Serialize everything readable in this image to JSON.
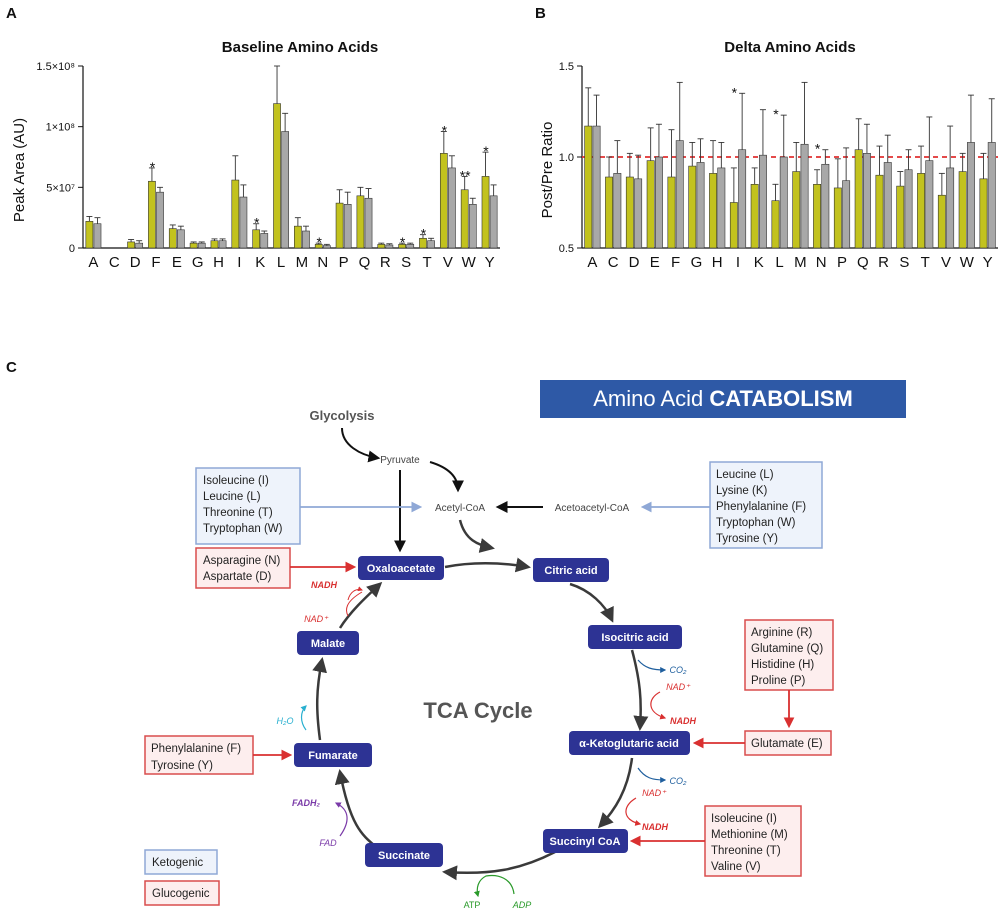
{
  "panels": {
    "a": "A",
    "b": "B",
    "c": "C"
  },
  "colors": {
    "pre": "#c2c21e",
    "post": "#a8a8a8",
    "node": "#2d3394",
    "ketogenic": "#8fa8d6",
    "glucogenic": "#d94d4d",
    "banner": "#2e59a6",
    "dashed": "#e03030"
  },
  "chart_data": [
    {
      "type": "bar",
      "title": "Baseline Amino Acids",
      "xlabel": "",
      "ylabel": "Peak Area (AU)",
      "ylim": [
        0,
        150000000
      ],
      "yticks": [
        {
          "value": 0,
          "label": "0"
        },
        {
          "value": 50000000,
          "label": "5×10⁷"
        },
        {
          "value": 100000000,
          "label": "1×10⁸"
        },
        {
          "value": 150000000,
          "label": "1.5×10⁸"
        }
      ],
      "categories": [
        "A",
        "C",
        "D",
        "F",
        "E",
        "G",
        "H",
        "I",
        "K",
        "L",
        "M",
        "N",
        "P",
        "Q",
        "R",
        "S",
        "T",
        "V",
        "W",
        "Y"
      ],
      "series": [
        {
          "values": [
            22000000,
            0,
            5000000,
            55000000,
            16000000,
            4000000,
            6000000,
            56000000,
            15000000,
            119000000,
            18000000,
            3000000,
            37000000,
            43000000,
            3000000,
            3000000,
            8000000,
            78000000,
            48000000,
            59000000
          ],
          "errors": [
            4000000,
            0,
            2000000,
            11000000,
            3000000,
            1000000,
            1500000,
            20000000,
            5000000,
            31000000,
            7000000,
            1000000,
            11000000,
            7000000,
            1000000,
            1000000,
            3000000,
            18000000,
            11000000,
            20000000
          ]
        },
        {
          "values": [
            20000000,
            0,
            4000000,
            46000000,
            15000000,
            4000000,
            6000000,
            42000000,
            12000000,
            96000000,
            14000000,
            2000000,
            36000000,
            41000000,
            2500000,
            3000000,
            6000000,
            66000000,
            36000000,
            43000000
          ],
          "errors": [
            5000000,
            0,
            2000000,
            4000000,
            3000000,
            1000000,
            1500000,
            10000000,
            2000000,
            15000000,
            4000000,
            1000000,
            10000000,
            8000000,
            1000000,
            1000000,
            2000000,
            10000000,
            5000000,
            9000000
          ]
        }
      ],
      "annotations": [
        {
          "category": "F",
          "text": "*"
        },
        {
          "category": "K",
          "text": "*"
        },
        {
          "category": "N",
          "text": "*"
        },
        {
          "category": "S",
          "text": "*"
        },
        {
          "category": "T",
          "text": "*"
        },
        {
          "category": "V",
          "text": "*"
        },
        {
          "category": "W",
          "text": "**"
        },
        {
          "category": "Y",
          "text": "*"
        }
      ]
    },
    {
      "type": "bar",
      "title": "Delta Amino Acids",
      "xlabel": "",
      "ylabel": "Post/Pre Ratio",
      "ylim": [
        0.5,
        1.5
      ],
      "yticks": [
        {
          "value": 0.5,
          "label": "0.5"
        },
        {
          "value": 1.0,
          "label": "1.0"
        },
        {
          "value": 1.5,
          "label": "1.5"
        }
      ],
      "reference_line": 1.0,
      "categories": [
        "A",
        "C",
        "D",
        "E",
        "F",
        "G",
        "H",
        "I",
        "K",
        "L",
        "M",
        "N",
        "P",
        "Q",
        "R",
        "S",
        "T",
        "V",
        "W",
        "Y"
      ],
      "series": [
        {
          "values": [
            1.17,
            0.89,
            0.89,
            0.98,
            0.89,
            0.95,
            0.91,
            0.75,
            0.85,
            0.76,
            0.92,
            0.85,
            0.83,
            1.04,
            0.9,
            0.84,
            0.91,
            0.79,
            0.92,
            0.88
          ],
          "errors": [
            0.21,
            0.11,
            0.13,
            0.18,
            0.26,
            0.13,
            0.18,
            0.19,
            0.09,
            0.09,
            0.16,
            0.08,
            0.16,
            0.17,
            0.16,
            0.08,
            0.15,
            0.12,
            0.1,
            0.14
          ]
        },
        {
          "values": [
            1.17,
            0.91,
            0.88,
            1.0,
            1.09,
            0.97,
            0.94,
            1.04,
            1.01,
            1.0,
            1.07,
            0.96,
            0.87,
            1.02,
            0.97,
            0.93,
            0.98,
            0.94,
            1.08,
            1.08
          ],
          "errors": [
            0.17,
            0.18,
            0.13,
            0.18,
            0.32,
            0.13,
            0.14,
            0.31,
            0.25,
            0.23,
            0.34,
            0.08,
            0.18,
            0.16,
            0.15,
            0.11,
            0.24,
            0.23,
            0.26,
            0.24
          ]
        }
      ],
      "annotations": [
        {
          "category": "I",
          "text": "*"
        },
        {
          "category": "L",
          "text": "*"
        },
        {
          "category": "N",
          "text": "*"
        }
      ]
    }
  ],
  "diagram": {
    "banner": {
      "normal": "Amino Acid ",
      "bold": "CATABOLISM"
    },
    "center": "TCA Cycle",
    "glycolysis": "Glycolysis",
    "pyruvate": "Pyruvate",
    "acetyl_coa": "Acetyl-CoA",
    "acetoacetyl_coa": "Acetoacetyl-CoA",
    "nodes": {
      "oxaloacetate": "Oxaloacetate",
      "citric": "Citric acid",
      "isocitric": "Isocitric acid",
      "akg": "α-Ketoglutaric acid",
      "succinyl": "Succinyl CoA",
      "succinate": "Succinate",
      "fumarate": "Fumarate",
      "malate": "Malate"
    },
    "cofactors": {
      "nadh1": "NADH",
      "nad1": "NAD⁺",
      "co2a": "CO₂",
      "nad2": "NAD⁺",
      "nadh2": "NADH",
      "co2b": "CO₂",
      "nad3": "NAD⁺",
      "nadh3": "NADH",
      "atp": "ATP",
      "adp": "ADP",
      "fadh2": "FADH₂",
      "fad": "FAD",
      "h2o": "H₂O"
    },
    "boxes": {
      "keto_left": [
        "Isoleucine (I)",
        "Leucine (L)",
        "Threonine (T)",
        "Tryptophan (W)"
      ],
      "keto_right": [
        "Leucine (L)",
        "Lysine (K)",
        "Phenylalanine (F)",
        "Tryptophan (W)",
        "Tyrosine (Y)"
      ],
      "oaa": [
        "Asparagine (N)",
        "Aspartate (D)"
      ],
      "rqhp": [
        "Arginine (R)",
        "Glutamine (Q)",
        "Histidine (H)",
        "Proline (P)"
      ],
      "glutamate": [
        "Glutamate (E)"
      ],
      "fum": [
        "Phenylalanine (F)",
        "Tyrosine (Y)"
      ],
      "succ": [
        "Isoleucine (I)",
        "Methionine (M)",
        "Threonine (T)",
        "Valine (V)"
      ]
    },
    "legend": {
      "ketogenic": "Ketogenic",
      "glucogenic": "Glucogenic"
    }
  }
}
